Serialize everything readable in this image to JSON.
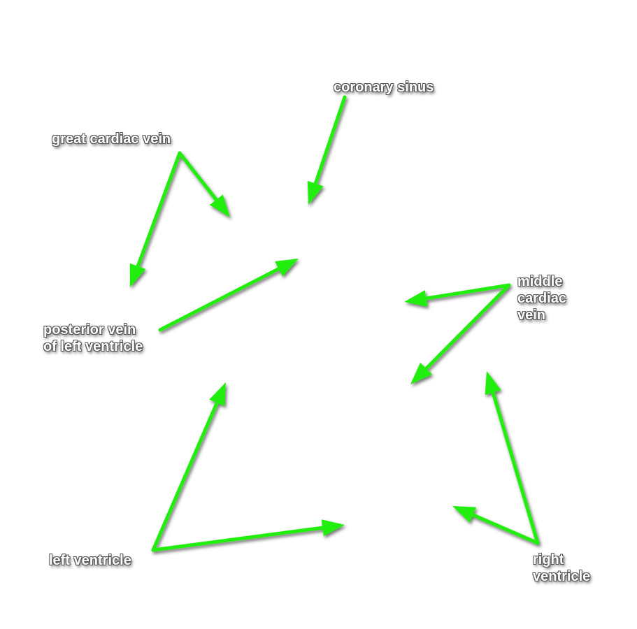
{
  "labels": {
    "coronary_sinus": "coronary sinus",
    "great_cardiac_vein": "great cardiac vein",
    "posterior_vein": [
      "posterior vein",
      "of left ventricle"
    ],
    "middle_cardiac_vein": [
      "middle",
      "cardiac",
      "vein"
    ],
    "left_ventricle": "left ventricle",
    "right_ventricle": [
      "right",
      "ventricle"
    ]
  },
  "arrow_color": "#22ee11",
  "background_color": "#ffffff"
}
